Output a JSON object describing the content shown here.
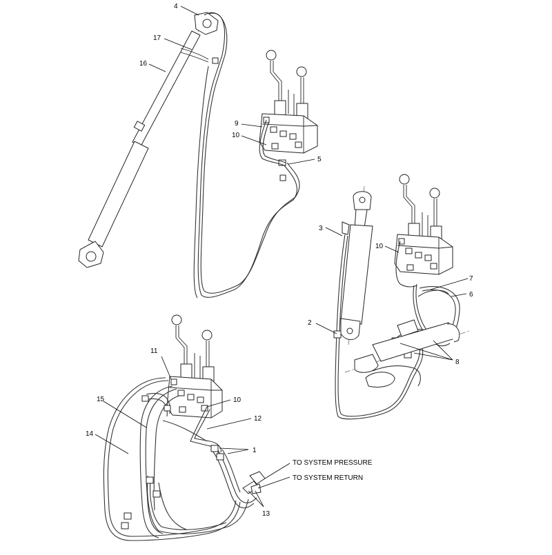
{
  "callouts": {
    "c1": "1",
    "c2": "2",
    "c3": "3",
    "c4": "4",
    "c5": "5",
    "c6": "6",
    "c7": "7",
    "c8": "8",
    "c9": "9",
    "c10a": "10",
    "c10b": "10",
    "c10c": "10",
    "c11": "11",
    "c12": "12",
    "c13": "13",
    "c14": "14",
    "c15": "15",
    "c16": "16",
    "c17": "17"
  },
  "notes": {
    "pressure": "TO SYSTEM PRESSURE",
    "return": "TO SYSTEM RETURN"
  }
}
